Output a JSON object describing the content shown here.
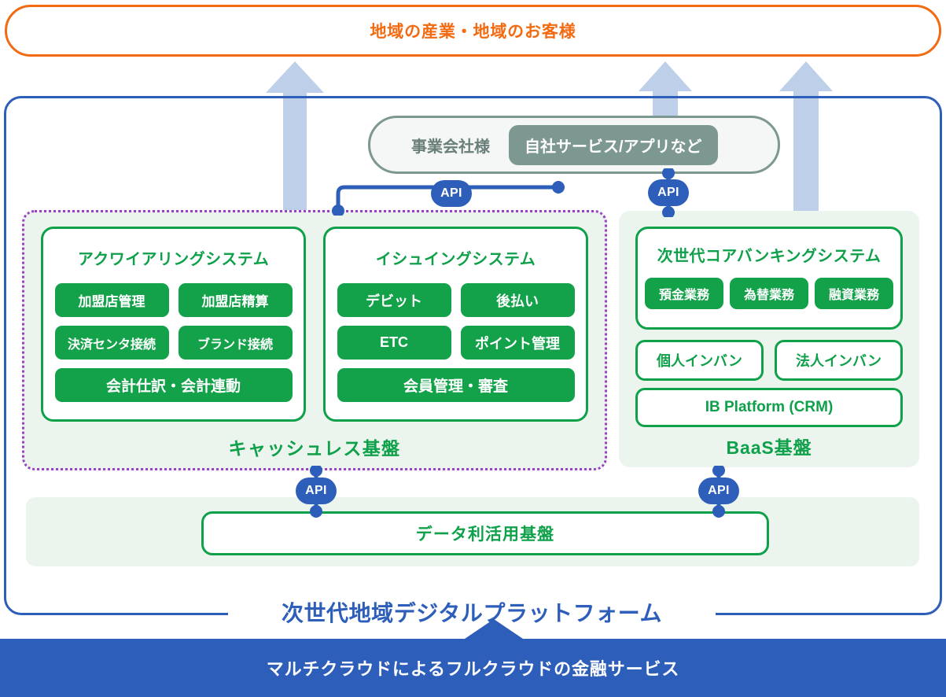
{
  "colors": {
    "orange": "#f26a11",
    "blue": "#2d5eb9",
    "green": "#0fa04a",
    "green_fill": "#13a14a",
    "green_tint": "#ebf5ee",
    "purple_dotted": "#9b3fc4",
    "gray_green": "#7d9791",
    "arrow_blue": "#bdcfe9"
  },
  "customer_banner": {
    "label": "地域の産業・地域のお客様"
  },
  "business_company": {
    "label": "事業会社様",
    "chip_label": "自社サービス/アプリなど"
  },
  "api_connectors": [
    {
      "name": "api-biz-to-cashless",
      "label": "API"
    },
    {
      "name": "api-biz-to-baas",
      "label": "API"
    },
    {
      "name": "api-cashless-to-data",
      "label": "API"
    },
    {
      "name": "api-baas-to-data",
      "label": "API"
    }
  ],
  "cashless_platform": {
    "label": "キャッシュレス基盤",
    "systems": [
      {
        "name": "acquiring-system",
        "title": "アクワイアリングシステム",
        "rows": [
          [
            "加盟店管理",
            "加盟店精算"
          ],
          [
            "決済センタ接続",
            "ブランド接続"
          ],
          [
            "会計仕訳・会計連動"
          ]
        ]
      },
      {
        "name": "issuing-system",
        "title": "イシュイングシステム",
        "rows": [
          [
            "デビット",
            "後払い"
          ],
          [
            "ETC",
            "ポイント管理"
          ],
          [
            "会員管理・審査"
          ]
        ]
      }
    ]
  },
  "baas_platform": {
    "label": "BaaS基盤",
    "core_banking": {
      "title": "次世代コアバンキングシステム",
      "chips": [
        "預金業務",
        "為替業務",
        "融資業務"
      ]
    },
    "outline_boxes": [
      "個人インバン",
      "法人インバン"
    ],
    "wide_box": "IB Platform (CRM)"
  },
  "data_platform": {
    "label": "データ利活用基盤"
  },
  "platform_title": "次世代地域デジタルプラットフォーム",
  "cloud_banner": {
    "label": "マルチクラウドによるフルクラウドの金融サービス"
  }
}
